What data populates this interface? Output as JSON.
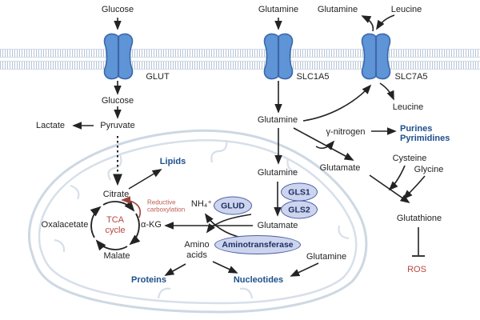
{
  "figure": "Glucose and glutamine metabolism pathway diagram",
  "labels": {
    "extracellular": {
      "glucose": "Glucose",
      "glutamine": "Glutamine",
      "glutamine_efflux": "Glutamine",
      "leucine": "Leucine"
    },
    "transporters": {
      "glut": "GLUT",
      "slc1a5": "SLC1A5",
      "slc7a5": "SLC7A5"
    },
    "glycolysis": {
      "glucose": "Glucose",
      "pyruvate": "Pyruvate",
      "lactate": "Lactate"
    },
    "tca": {
      "citrate": "Citrate",
      "oxalacetate": "Oxalacetate",
      "alpha_kg": "α-KG",
      "malate": "Malate",
      "cycle_l1": "TCA",
      "cycle_l2": "cycle",
      "reductive_l1": "Reductive",
      "reductive_l2": "carboxylation"
    },
    "glutaminolysis": {
      "glutamine_cytosol": "Glutamine",
      "glutamine_mito": "Glutamine",
      "glutamate_mito": "Glutamate",
      "glutamate_cytosol": "Glutamate",
      "gamma_nitrogen": "γ-nitrogen",
      "nh4": "NH₄⁺",
      "amino_l1": "Amino",
      "amino_l2": "acids",
      "glutamine_nt": "Glutamine",
      "leucine": "Leucine"
    },
    "enzymes": {
      "glud": "GLUD",
      "gls1": "GLS1",
      "gls2": "GLS2",
      "aminotransferase": "Aminotransferase"
    },
    "glutathione_pathway": {
      "cysteine": "Cysteine",
      "glycine": "Glycine",
      "glutathione": "Glutathione",
      "ros": "ROS"
    },
    "biosynthesis": {
      "lipids": "Lipids",
      "proteins": "Proteins",
      "nucleotides": "Nucleotides",
      "purines": "Purines",
      "pyrimidines": "Pyrimidines"
    }
  },
  "colors": {
    "blue_product_text": "#1d4f8c",
    "red_text": "#b5473f",
    "reductive_red": "#bf5a50",
    "transporter_fill": "#5f94d6",
    "transporter_border": "#3b68ab",
    "enzyme_oval_fill": "#cdd5ee",
    "enzyme_oval_border": "#4b5fa5",
    "membrane": "#b7c6d8",
    "mitochondria_outline": "#cdd8e3",
    "arrow": "#232323"
  }
}
